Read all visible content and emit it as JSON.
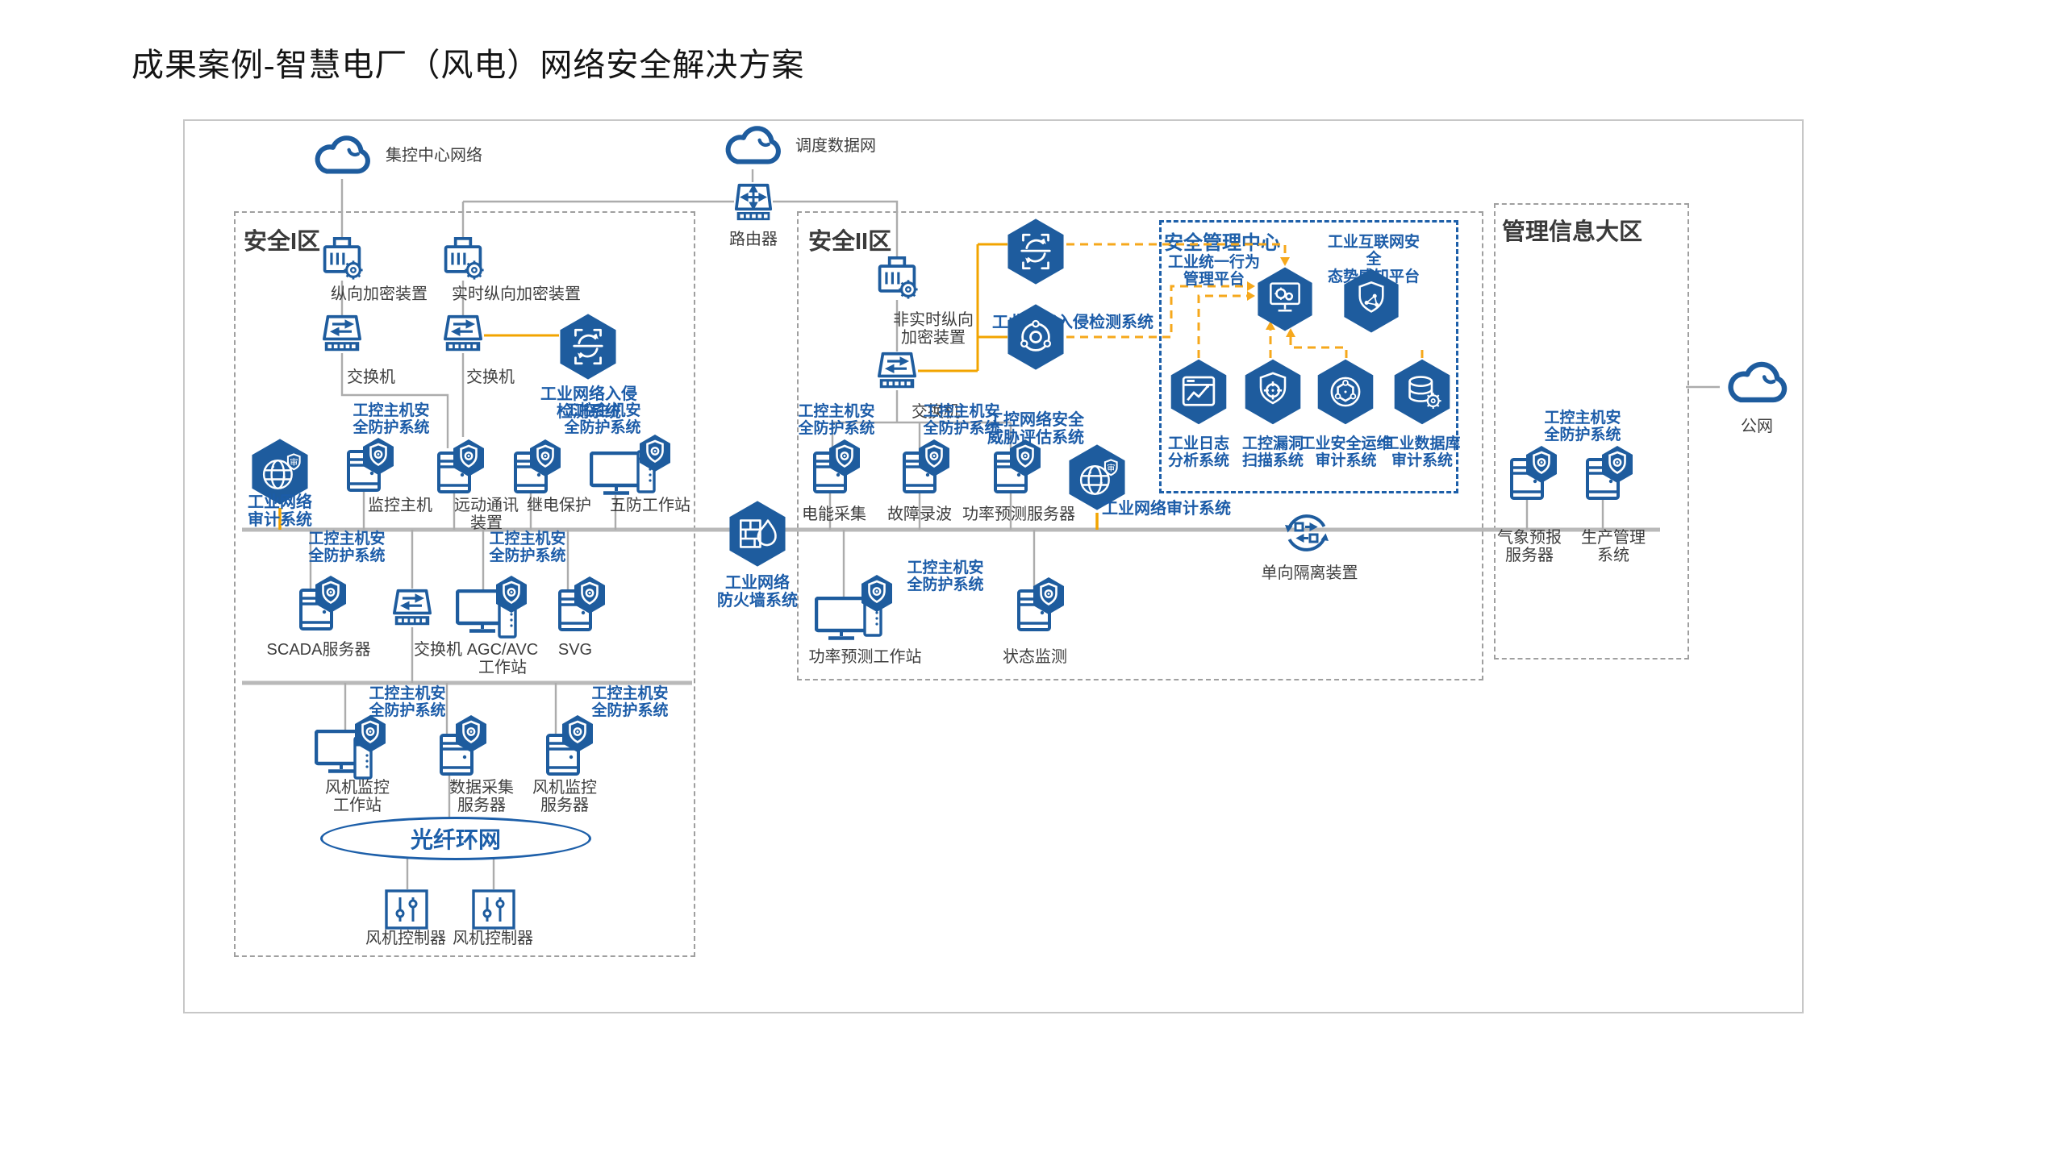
{
  "title": "成果案例-智慧电厂（风电）网络安全解决方案",
  "zones": {
    "zone1": "安全I区",
    "zone2": "安全II区",
    "mis": "管理信息大区",
    "smc": "安全管理中心"
  },
  "clouds": {
    "central": "集控中心网络",
    "dispatch": "调度数据网",
    "public": "公网"
  },
  "labels": {
    "router": "路由器",
    "switch": "交换机",
    "enc_vertical": "纵向加密装置",
    "enc_realtime": "实时纵向加密装置",
    "enc_nonrealtime": "非实时纵向\n加密装置",
    "ids_zone1": "工业网络入侵\n检测系统",
    "ids_zone2": "工业网络入侵检测系统",
    "threat_assess": "工控网络安全\n威胁评估系统",
    "hips": "工控主机安\n全防护系统",
    "audit_zone1": "工业网络\n审计系统",
    "audit_zone2": "工业网络审计系统",
    "firewall": "工业网络\n防火墙系统",
    "monitor_host": "监控主机",
    "telecontrol": "远动通讯\n装置",
    "relay_protect": "继电保护",
    "five_proof_ws": "五防工作站",
    "scada": "SCADA服务器",
    "agc_avc_ws": "AGC/AVC\n工作站",
    "svg_device": "SVG",
    "fan_monitor_ws": "风机监控\n工作站",
    "daq_server": "数据采集\n服务器",
    "fan_monitor_server": "风机监控\n服务器",
    "fiber_ring": "光纤环网",
    "fan_controller": "风机控制器",
    "energy_collect": "电能采集",
    "fault_record": "故障录波",
    "power_forecast_server": "功率预测服务器",
    "power_forecast_ws": "功率预测工作站",
    "condition_monitor": "状态监测",
    "one_way_gap": "单向隔离装置",
    "behavior_platform": "工业统一行为\n管理平台",
    "situation_platform": "工业互联网安全\n态势感知平台",
    "log_analysis": "工业日志\n分析系统",
    "vuln_scan": "工控漏洞\n扫描系统",
    "ops_audit": "工业安全运维\n审计系统",
    "db_audit": "工业数据库\n审计系统",
    "weather_server": "气象预报\n服务器",
    "pms": "生产管理\n系统"
  },
  "colors": {
    "primary_blue": "#1E5C9E",
    "label_blue": "#1C5CA8",
    "orange_solid": "#F2A400",
    "orange_dashed": "#F6A81C",
    "line_gray": "#ACACAC",
    "bus_gray": "#B9B9B9",
    "zone_border": "#9F9F9F"
  }
}
